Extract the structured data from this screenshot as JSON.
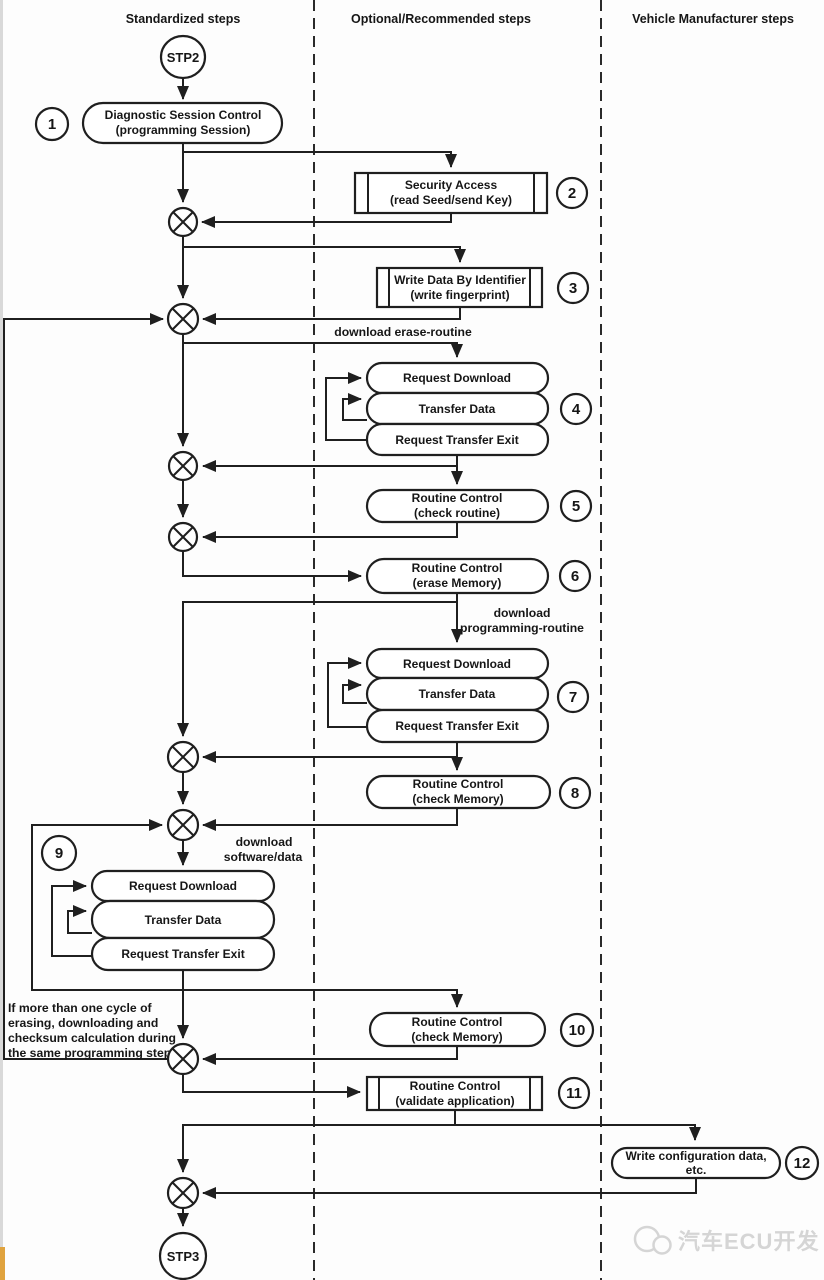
{
  "columns": {
    "standardized": "Standardized steps",
    "optional": "Optional/Recommended steps",
    "manufacturer": "Vehicle Manufacturer steps"
  },
  "terminals": {
    "start": "STP2",
    "end": "STP3"
  },
  "steps": {
    "s1": {
      "num": "1",
      "line1": "Diagnostic Session Control",
      "line2": "(programming Session)"
    },
    "s2": {
      "num": "2",
      "line1": "Security Access",
      "line2": "(read Seed/send Key)"
    },
    "s3": {
      "num": "3",
      "line1": "Write Data By Identifier",
      "line2": "(write fingerprint)"
    },
    "s4": {
      "num": "4",
      "b1": "Request Download",
      "b2": "Transfer Data",
      "b3": "Request Transfer Exit"
    },
    "s5": {
      "num": "5",
      "line1": "Routine Control",
      "line2": "(check routine)"
    },
    "s6": {
      "num": "6",
      "line1": "Routine Control",
      "line2": "(erase Memory)"
    },
    "s7": {
      "num": "7",
      "b1": "Request Download",
      "b2": "Transfer Data",
      "b3": "Request Transfer Exit"
    },
    "s8": {
      "num": "8",
      "line1": "Routine Control",
      "line2": "(check Memory)"
    },
    "s9": {
      "num": "9",
      "b1": "Request Download",
      "b2": "Transfer Data",
      "b3": "Request Transfer Exit"
    },
    "s10": {
      "num": "10",
      "line1": "Routine Control",
      "line2": "(check Memory)"
    },
    "s11": {
      "num": "11",
      "line1": "Routine Control",
      "line2": "(validate application)"
    },
    "s12": {
      "num": "12",
      "line1": "Write configuration data,",
      "line2": "etc."
    }
  },
  "labels": {
    "erase_routine": "download erase-routine",
    "programming_routine_1": "download",
    "programming_routine_2": "programming-routine",
    "software_data_1": "download",
    "software_data_2": "software/data",
    "loop_note_1": "If more than one cycle of",
    "loop_note_2": "erasing, downloading and",
    "loop_note_3": "checksum calculation during",
    "loop_note_4": "the same programming step"
  },
  "watermark": {
    "text": "汽车ECU开发"
  },
  "colors": {
    "ink": "#1f1f1f",
    "background": "#fdfdfd",
    "watermark": "#d5d5d5",
    "edge_gray": "#c9c9c9",
    "edge_orange": "#e0a33e"
  }
}
